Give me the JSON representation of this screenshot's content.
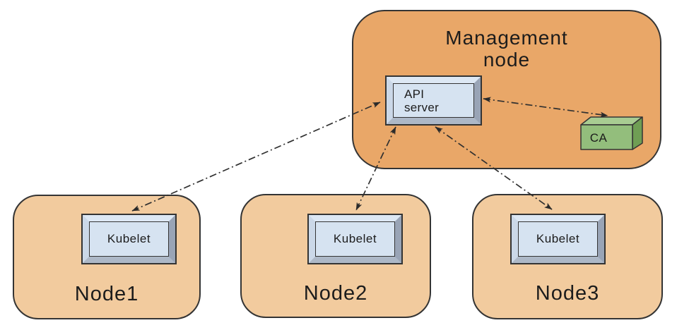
{
  "management_node": {
    "label": "Management node",
    "api_server_label": "API server",
    "ca_label": "CA"
  },
  "worker_nodes": [
    {
      "name": "Node1",
      "component": "Kubelet"
    },
    {
      "name": "Node2",
      "component": "Kubelet"
    },
    {
      "name": "Node3",
      "component": "Kubelet"
    }
  ],
  "connections": [
    {
      "from": "API server",
      "to": "Kubelet (Node1)",
      "style": "dash-dot",
      "bidirectional": true
    },
    {
      "from": "API server",
      "to": "Kubelet (Node2)",
      "style": "dash-dot",
      "bidirectional": true
    },
    {
      "from": "API server",
      "to": "Kubelet (Node3)",
      "style": "dash-dot",
      "bidirectional": true
    },
    {
      "from": "API server",
      "to": "CA",
      "style": "dash-dot",
      "bidirectional": true
    }
  ],
  "colors": {
    "management_fill": "#e9a768",
    "node_fill": "#f2cb9e",
    "outline": "#343434",
    "box_face": "#d6e3f1",
    "bevel_top": "#dde8f4",
    "bevel_right": "#99a4b6",
    "bevel_bottom": "#adb8c7",
    "bevel_left": "#cbd8e8",
    "ca_front": "#93be7c",
    "ca_top": "#a8cc92",
    "ca_side": "#6f9e54",
    "line": "#303030"
  }
}
